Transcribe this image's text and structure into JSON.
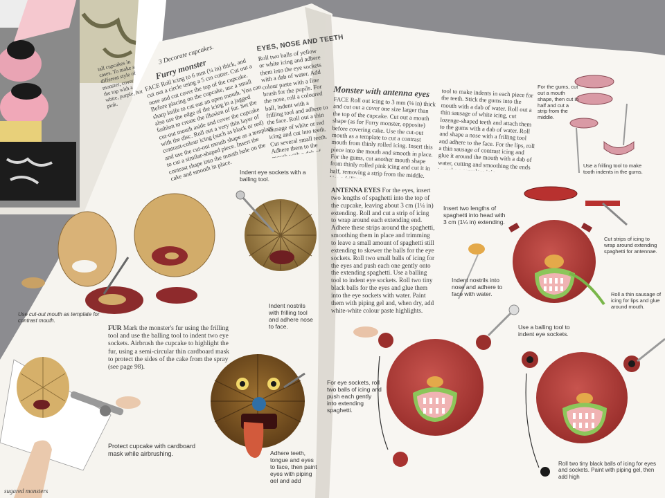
{
  "left_page": {
    "step_label": "3 Decorate cupcakes.",
    "furry_title": "Furry monster",
    "face_text": "FACE Roll icing to 6 mm (¼ in) thick, and cut out a circle using a 5 cm cutter. Cut out a nose and cut cover the top of the cupcake. Before placing on the cupcake, use a small sharp knife to cut out an open mouth. You can also use the edge of the icing in a jagged fashion to create the illusion of fur. Set the cut-out mouth aside and cover the cupcake with the disc. Roll out a very thin layer of contrast-colour icing (such as black or red) and use the cut-out mouth shape as a template to cut a similar-shaped piece. Insert the contrast shape into the mouth hole on the cake and smooth in place.",
    "eyes_heading": "EYES, NOSE AND TEETH",
    "eyes_text": "Roll two balls of yellow or white icing and adhere them into the eye sockets with a dab of water. Add colour paste with a fine brush for the pupils. For the nose, roll a coloured ball, indent with a frilling tool and adhere to the face. Roll out a thin sausage of white or red icing and cut into teeth. Cut several small teeth. Adhere them to the mouth with a dab of water. Roll out a tongue from the centre and cut a tongue shape and adhere to the mouth. Allow to dry, then add white-white colour paste highlights.",
    "cap_template": "Use cut-out mouth as template for contrast mouth.",
    "cap_indent_eye": "Indent eye sockets with a balling tool.",
    "cap_indent_nostril": "Indent nostrils with frilling tool and adhere nose to face.",
    "fur_heading": "FUR",
    "fur_text": "Mark the monster's fur using the frilling tool and use the balling tool to indent two eye sockets. Airbrush the cupcake to highlight the fur, using a semi-circular thin cardboard mask to protect the sides of the cake from the spray (see page 98).",
    "cap_protect": "Protect cupcake with cardboard mask while airbrushing.",
    "cap_adhere_teeth": "Adhere teeth, tongue and eyes to face, then paint eyes with piping gel and add highlights.",
    "footer": "sugared monsters",
    "side_snippet": "tall cupcakes in cases. To make a different style of monster, cover the top with a white, purple, hot pink."
  },
  "right_page": {
    "antenna_title": "Monster with antenna eyes",
    "face_text": "FACE Roll out icing to 3 mm (⅛ in) thick and cut out a cover one size larger than the top of the cupcake. Cut out a mouth shape (as for Furry monster, opposite) before covering cake. Use the cut-out mouth as a template to cut a contrast mouth from thinly rolled icing. Insert this piece into the mouth and smooth in place. For the gums, cut another mouth shape from thinly rolled pink icing and cut it in half, removing a strip from the middle. Use a frilling",
    "face_text_2": "tool to make indents in each piece for the teeth. Stick the gums into the mouth with a dab of water. Roll out a thin sausage of white icing, cut lozenge-shaped teeth and attach them to the gums with a dab of water. Roll and shape a nose with a frilling tool and adhere to the face. For the lips, roll a thin sausage of contrast icing and glue it around the mouth with a dab of water, cutting and smoothing the ends to make a seamless join.",
    "cap_gums": "For the gums, cut out a mouth shape, then cut in half and cut a strip from the middle.",
    "cap_frilling": "Use a frilling tool to make tooth indents in the gums.",
    "antenna_heading": "ANTENNA EYES",
    "antenna_text": "For the eyes, insert two lengths of spaghetti into the top of the cupcake, leaving about 3 cm (1¼ in) extending. Roll and cut a strip of icing to wrap around each extending end. Adhere these strips around the spaghetti, smoothing them in place and trimming to leave a small amount of spaghetti still extending to skewer the balls for the eye sockets. Roll two small balls of icing for the eyes and push each one gently onto the extending spaghetti. Use a balling tool to indent eye sockets. Roll two tiny black balls for the eyes and glue them into the eye sockets with water. Paint them with piping gel and, when dry, add white-white colour paste highlights.",
    "cap_insert": "Insert two lengths of spaghetti into head with 3 cm (1¼ in) extending.",
    "cap_strips": "Cut strips of icing to wrap around extending spaghetti for antennae.",
    "cap_nostrils": "Indent nostrils into nose and adhere to face with water.",
    "cap_sausage": "Roll a thin sausage of icing for lips and glue around mouth.",
    "cap_balling": "Use a balling tool to indent eye sockets.",
    "cap_eye_sockets": "For eye sockets, roll two balls of icing and push each gently into extending spaghetti.",
    "cap_tiny_black": "Roll two tiny black balls of icing for eyes and sockets. Paint with piping gel, then add high"
  }
}
